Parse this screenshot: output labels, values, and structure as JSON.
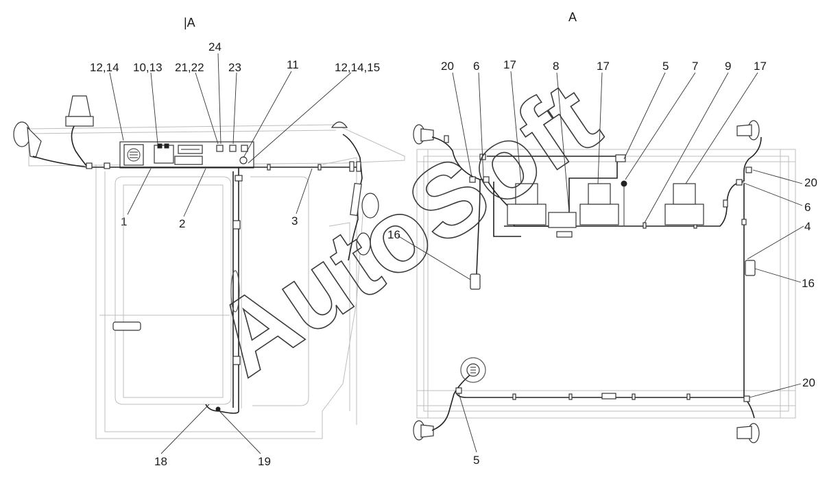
{
  "views": {
    "left_title": "|A",
    "right_title": "A"
  },
  "watermark": "AutoSoft",
  "left_callouts": {
    "c1214": "12,14",
    "c1013": "10,13",
    "c2122": "21,22",
    "c24": "24",
    "c23": "23",
    "c11": "11",
    "c121415": "12,14,15",
    "c1": "1",
    "c2": "2",
    "c3": "3",
    "c18": "18",
    "c19": "19"
  },
  "right_callouts": {
    "c20a": "20",
    "c6a": "6",
    "c17a": "17",
    "c8": "8",
    "c17b": "17",
    "c5a": "5",
    "c7": "7",
    "c9": "9",
    "c17c": "17",
    "c20b": "20",
    "c6b": "6",
    "c4": "4",
    "c16a": "16",
    "c16b": "16",
    "c20c": "20",
    "c5b": "5"
  }
}
